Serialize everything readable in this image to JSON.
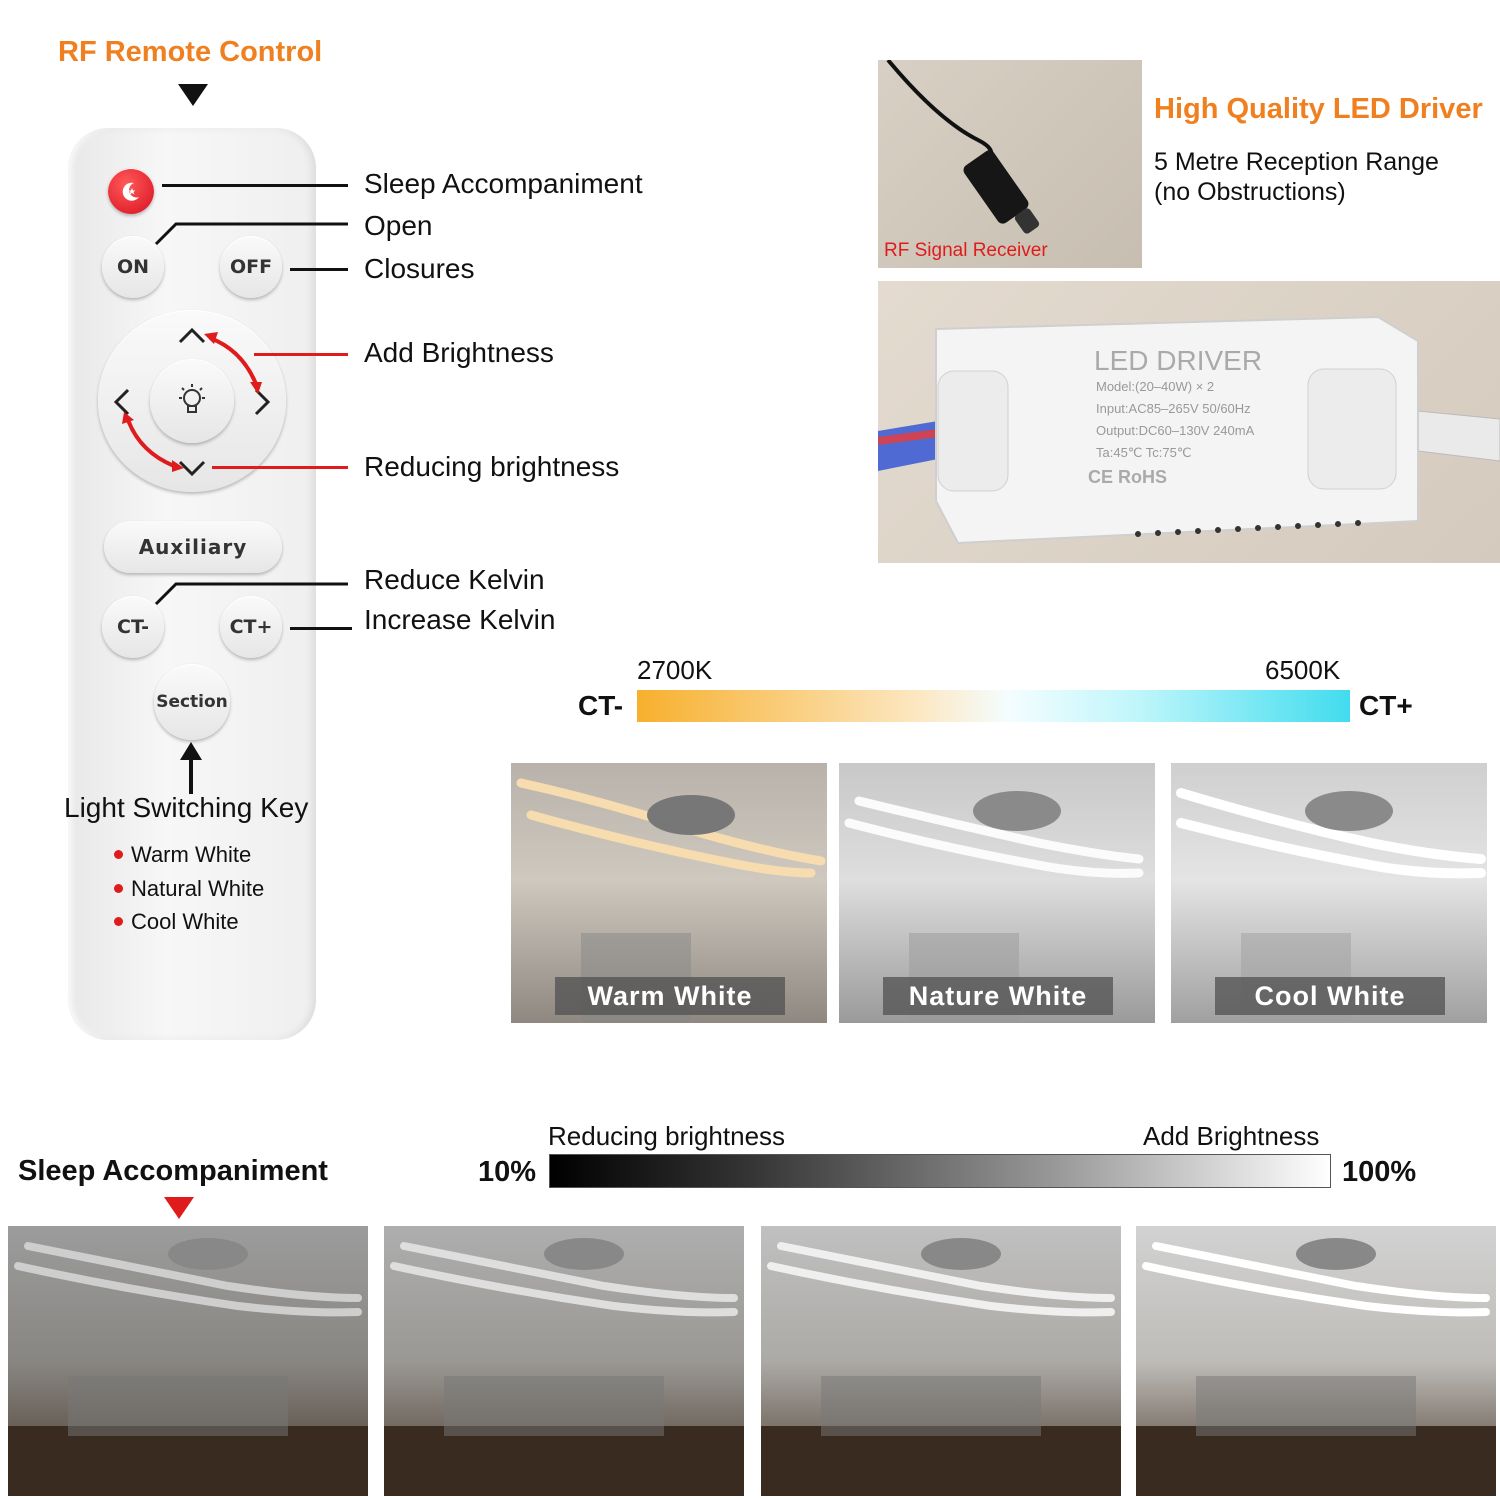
{
  "remote": {
    "title": "RF Remote Control",
    "buttons": {
      "on": "ON",
      "off": "OFF",
      "auxiliary": "Auxiliary",
      "ct_minus": "CT-",
      "ct_plus": "CT+",
      "section": "Section"
    },
    "callouts": {
      "sleep": "Sleep Accompaniment",
      "open": "Open",
      "closures": "Closures",
      "add_brightness": "Add Brightness",
      "reducing_brightness": "Reducing brightness",
      "reduce_kelvin": "Reduce Kelvin",
      "increase_kelvin": "Increase Kelvin"
    },
    "switch_key": {
      "title": "Light Switching Key",
      "items": [
        "Warm White",
        "Natural White",
        "Cool White"
      ]
    }
  },
  "driver": {
    "title": "High Quality LED Driver",
    "range_line1": "5 Metre Reception Range",
    "range_line2": "(no Obstructions)",
    "receiver_label": "RF Signal Receiver",
    "box": {
      "heading": "LED DRIVER",
      "model": "Model:(20–40W) × 2",
      "input": "Input:AC85–265V  50/60Hz",
      "output": "Output:DC60–130V  240mA",
      "temps": "Ta:45℃    Tc:75℃",
      "marks": "CE  RoHS"
    }
  },
  "color_temp": {
    "low_label": "2700K",
    "high_label": "6500K",
    "left_key": "CT-",
    "right_key": "CT+",
    "photos": [
      "Warm White",
      "Nature White",
      "Cool White"
    ],
    "colors": {
      "warm": "#f7b02e",
      "cool": "#41dcee"
    }
  },
  "brightness": {
    "sleep_title": "Sleep Accompaniment",
    "reduce_label": "Reducing brightness",
    "add_label": "Add Brightness",
    "min": "10%",
    "max": "100%",
    "levels": [
      0.1,
      0.4,
      0.7,
      1.0
    ]
  },
  "colors": {
    "accent": "#f07f1f",
    "red": "#e01b1b"
  }
}
